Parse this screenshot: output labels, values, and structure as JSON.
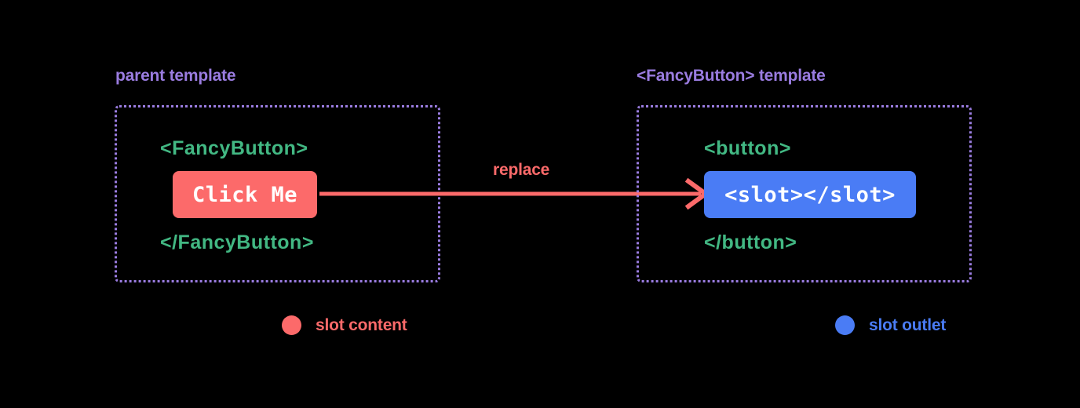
{
  "diagram": {
    "background_color": "#000000",
    "colors": {
      "purple": "#9a7ce0",
      "green": "#42b883",
      "red": "#fc6a6a",
      "blue": "#4a7cf5",
      "white": "#ffffff"
    }
  },
  "panels": {
    "left": {
      "heading": "parent template",
      "open_tag": "<FancyButton>",
      "close_tag": "</FancyButton>",
      "pill_text": "Click Me",
      "pill_color": "#fc6a6a"
    },
    "right": {
      "heading": "<FancyButton> template",
      "open_tag": "<button>",
      "close_tag": "</button>",
      "pill_text": "<slot></slot>",
      "pill_color": "#4a7cf5"
    }
  },
  "arrow": {
    "label": "replace",
    "color": "#fc6a6a",
    "direction": "left-to-right"
  },
  "legend": {
    "items": [
      {
        "label": "slot content",
        "color": "#fc6a6a"
      },
      {
        "label": "slot outlet",
        "color": "#4a7cf5"
      }
    ]
  }
}
